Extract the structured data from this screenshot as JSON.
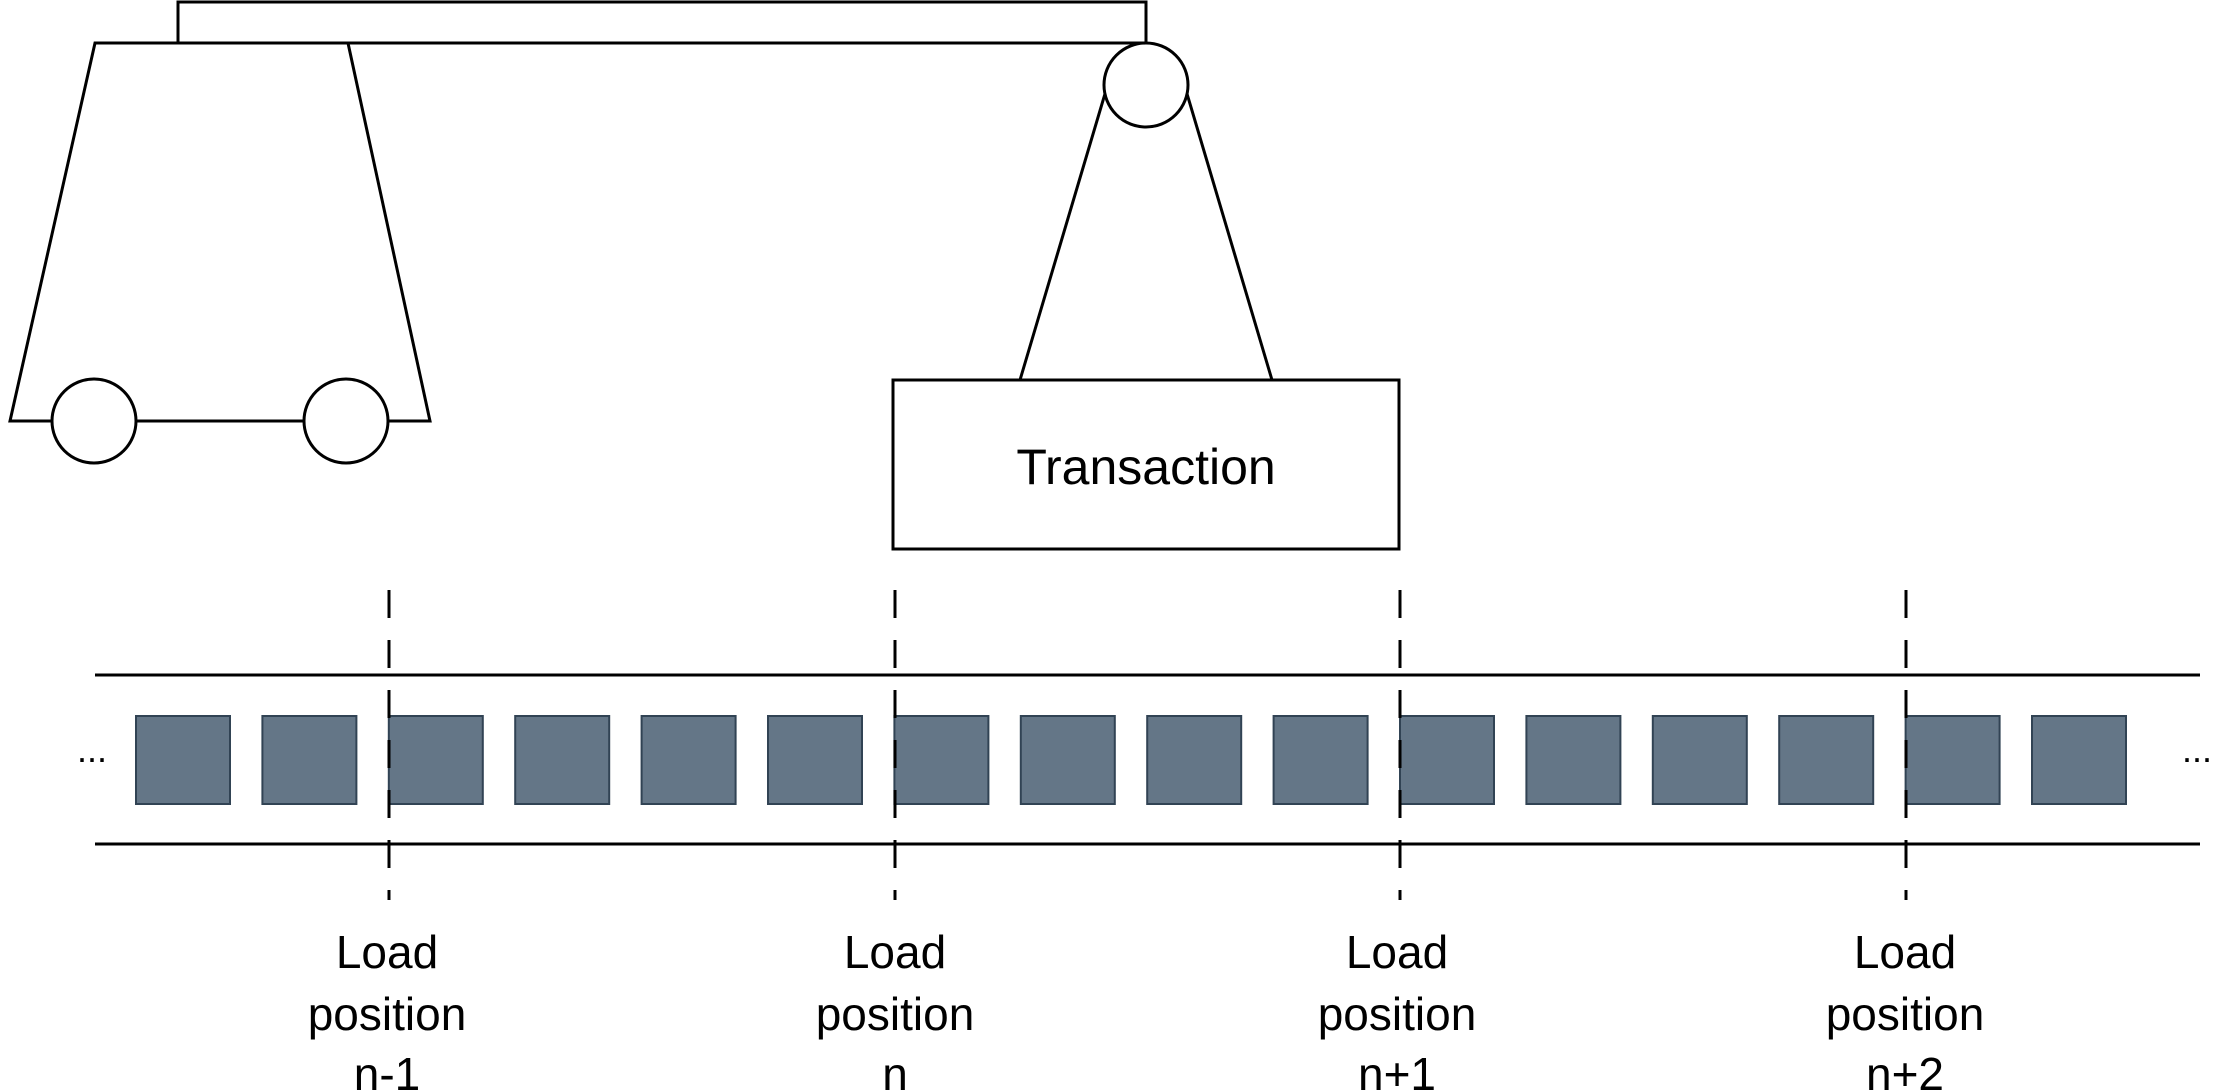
{
  "crane": {
    "label": "Transaction"
  },
  "belt": {
    "left_ellipsis": "...",
    "right_ellipsis": "...",
    "block_count": 16,
    "block_color": "#647687",
    "block_border_color": "#314354"
  },
  "load_positions": [
    {
      "line1": "Load",
      "line2": "position",
      "line3": "n-1"
    },
    {
      "line1": "Load",
      "line2": "position",
      "line3": "n"
    },
    {
      "line1": "Load",
      "line2": "position",
      "line3": "n+1"
    },
    {
      "line1": "Load",
      "line2": "position",
      "line3": "n+2"
    }
  ]
}
